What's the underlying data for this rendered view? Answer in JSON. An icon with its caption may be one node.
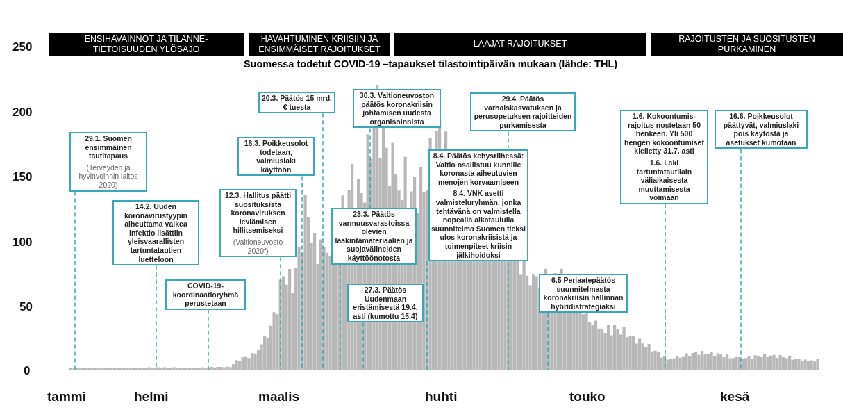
{
  "diagram": {
    "title": "Suomessa todetut COVID-19 –tapaukset tilastointipäivän mukaan (lähde: THL)",
    "nodes": [
      {
        "text": [
          "ENSIHAVAINNOT JA TILANNE- TIETOISUUDEN YLÖSAJO"
        ]
      },
      {
        "text": [
          "HAVAHTUMINEN KRIISIIN JA ENSIMMÄISET RAJOITUKSET"
        ]
      },
      {
        "text": [
          "LAAJAT RAJOITUKSET"
        ]
      },
      {
        "text": [
          "RAJOITUSTEN JA SUOSITUSTEN PURKAMINEN"
        ]
      },
      {
        "text": [
          "29.1. Suomen ensimmäinen tautitapaus",
          "(Terveyden ja hyvinvoinnin laitos 2020)"
        ]
      },
      {
        "text": [
          "14.2. Uuden koronavirustyypin aiheuttama vaikea infektio lisättiin yleisvaarallisten tartuntatautien luetteloon"
        ]
      },
      {
        "text": [
          "COVID-19- koordinaatioryhmä perustetaan"
        ]
      },
      {
        "text": [
          "12.3. Hallitus päätti suosituksista koronaviruksen leviämisen hillitsemiseksi",
          "(Valtioneuvosto 2020f)"
        ]
      },
      {
        "text": [
          "16.3. Poikkeusolot todetaan, valmiuslaki käyttöön"
        ]
      },
      {
        "text": [
          "20.3. Päätös 15 mrd. € tuesta"
        ]
      },
      {
        "text": [
          "23.3. Päätös varmuusvarastoissa olevien lääkintämateriaalien ja suojavälineiden käyttöönotosta"
        ]
      },
      {
        "text": [
          "27.3. Päätös Uudenmaan eristämisestä 19.4. asti (kumottu 15.4)"
        ]
      },
      {
        "text": [
          "30.3. Valtioneuvoston päätös koronakriisin johtamisen uudesta organisoinnista"
        ]
      },
      {
        "text": [
          "8.4. Päätös kehysriihessä: Valtio osallistuu kunnille koronasta aiheutuvien menojen korvaamiseen",
          "8.4. VNK asetti valmisteluryhmän, jonka tehtävänä on valmistella nopealla aikataululla suunnitelma Suomen tieksi ulos koronakriisistä ja toimenpiteet kriisin jälkihoidoksi"
        ]
      },
      {
        "text": [
          "29.4. Päätös varhaiskasvatuksen ja perusopetuksen rajoitteiden purkamisesta"
        ]
      },
      {
        "text": [
          "6.5 Periaatepäätös suunnitelmasta koronakriisin hallinnan hybridistrategiaksi"
        ]
      },
      {
        "text": [
          "1.6. Kokoontumis- rajoitus nostetaan 50 henkeen. Yli 500 hengen kokoontumiset kielletty 31.7. asti",
          "1.6. Laki tartuntatautilain väliaikaisesta muuttamisesta voimaan"
        ]
      },
      {
        "text": [
          "16.6. Poikkeusolot päättyvät, valmiuslaki pois käytöstä ja asetukset kumotaan"
        ]
      }
    ],
    "edges": [
      {
        "from": 4,
        "to": null,
        "arrow": "none",
        "style": "dashed"
      },
      {
        "from": 5,
        "to": null,
        "arrow": "none",
        "style": "dashed"
      },
      {
        "from": 6,
        "to": null,
        "arrow": "none",
        "style": "dashed"
      },
      {
        "from": 7,
        "to": null,
        "arrow": "none",
        "style": "dashed"
      },
      {
        "from": 8,
        "to": null,
        "arrow": "none",
        "style": "dashed"
      },
      {
        "from": 9,
        "to": null,
        "arrow": "none",
        "style": "dashed"
      },
      {
        "from": 10,
        "to": null,
        "arrow": "none",
        "style": "dashed"
      },
      {
        "from": 11,
        "to": null,
        "arrow": "none",
        "style": "dashed"
      },
      {
        "from": 12,
        "to": 10,
        "arrow": "none",
        "style": "dashed"
      },
      {
        "from": 13,
        "to": null,
        "arrow": "none",
        "style": "dashed"
      },
      {
        "from": 14,
        "to": null,
        "arrow": "none",
        "style": "dashed"
      },
      {
        "from": 15,
        "to": null,
        "arrow": "none",
        "style": "dashed"
      },
      {
        "from": 16,
        "to": null,
        "arrow": "none",
        "style": "dashed"
      },
      {
        "from": 17,
        "to": null,
        "arrow": "none",
        "style": "dashed"
      }
    ],
    "labels": [
      "250",
      "200",
      "150",
      "100",
      "50",
      "0",
      "tammi",
      "helmi",
      "maalis",
      "huhti",
      "touko",
      "kesä"
    ]
  }
}
